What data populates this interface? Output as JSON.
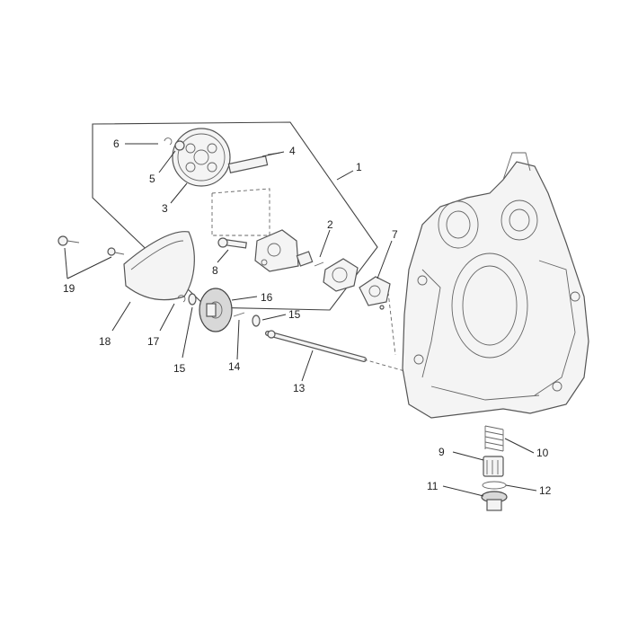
{
  "callouts": [
    {
      "id": "c1",
      "text": "1"
    },
    {
      "id": "c2",
      "text": "2"
    },
    {
      "id": "c3",
      "text": "3"
    },
    {
      "id": "c4",
      "text": "4"
    },
    {
      "id": "c5",
      "text": "5"
    },
    {
      "id": "c6",
      "text": "6"
    },
    {
      "id": "c7",
      "text": "7"
    },
    {
      "id": "c8",
      "text": "8"
    },
    {
      "id": "c9",
      "text": "9"
    },
    {
      "id": "c10",
      "text": "10"
    },
    {
      "id": "c11",
      "text": "11"
    },
    {
      "id": "c12",
      "text": "12"
    },
    {
      "id": "c13",
      "text": "13"
    },
    {
      "id": "c14",
      "text": "14"
    },
    {
      "id": "c15a",
      "text": "15"
    },
    {
      "id": "c15b",
      "text": "15"
    },
    {
      "id": "c16",
      "text": "16"
    },
    {
      "id": "c17",
      "text": "17"
    },
    {
      "id": "c18",
      "text": "18"
    },
    {
      "id": "c19",
      "text": "19"
    }
  ],
  "colors": {
    "line": "#555555",
    "fill": "#f4f4f4",
    "text": "#222222"
  }
}
